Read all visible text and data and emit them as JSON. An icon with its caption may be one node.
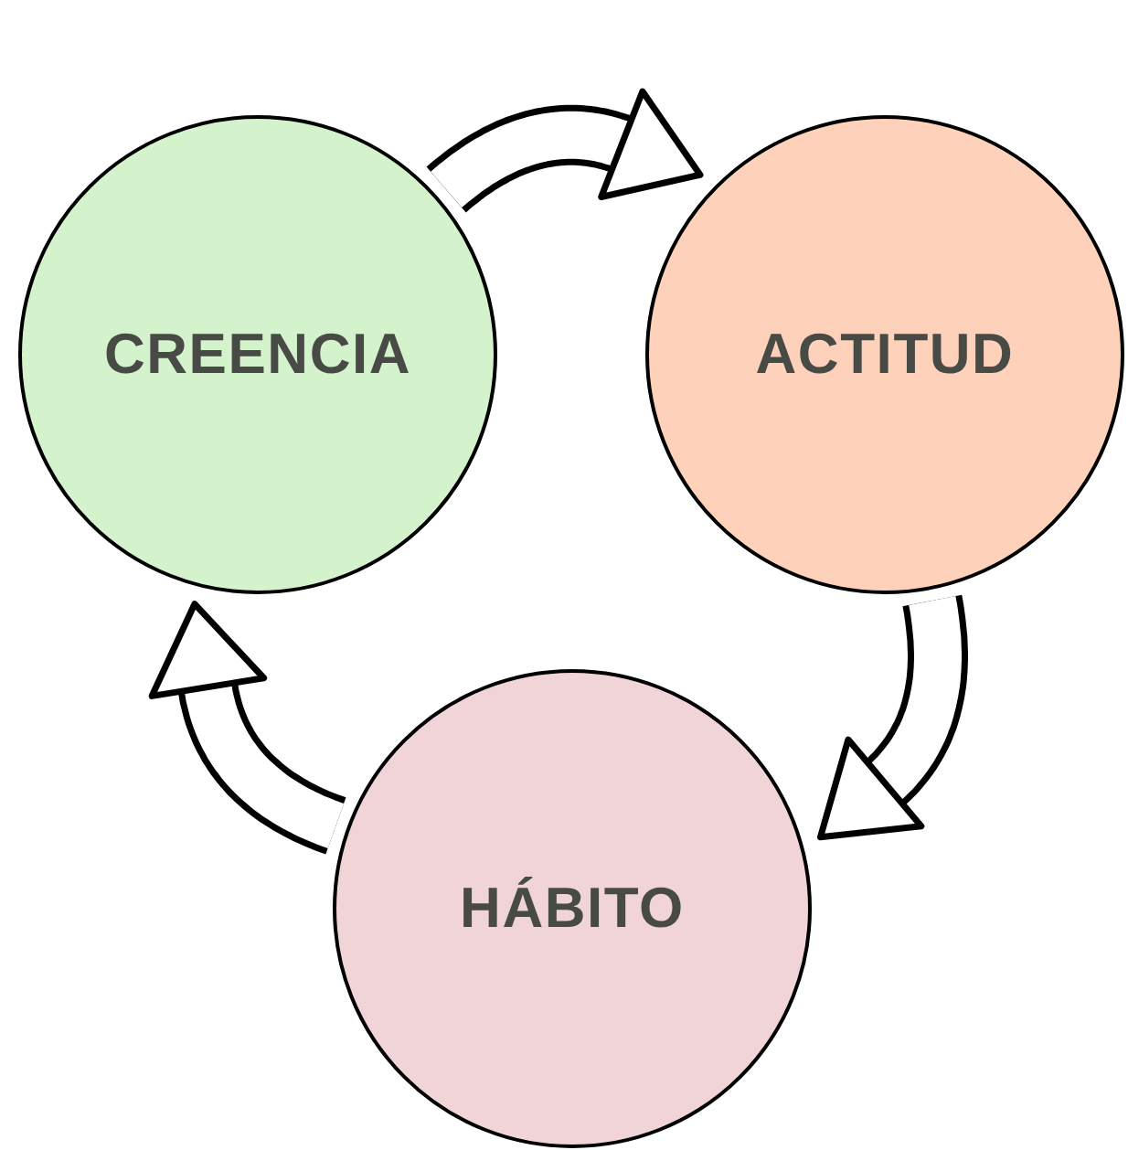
{
  "diagram": {
    "nodes": [
      {
        "text": [
          "CREENCIA"
        ]
      },
      {
        "text": [
          "ACTITUD"
        ]
      },
      {
        "text": [
          "HÁBITO"
        ]
      }
    ],
    "edges": [
      {
        "from": 0,
        "to": 1,
        "arrow": "to"
      },
      {
        "from": 1,
        "to": 2,
        "arrow": "to"
      },
      {
        "from": 2,
        "to": 0,
        "arrow": "to"
      }
    ]
  }
}
